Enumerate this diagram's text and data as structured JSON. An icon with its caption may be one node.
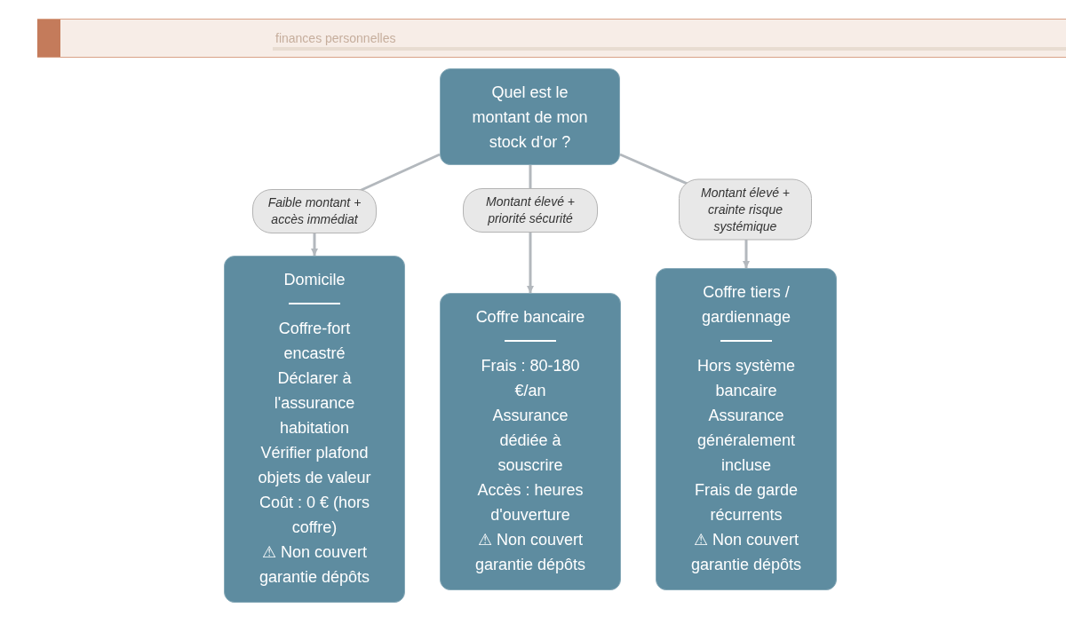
{
  "diagram": {
    "nodes": [
      {
        "text": [
          "Quel est le montant de mon stock d'or ?"
        ]
      },
      {
        "text": [
          "Domicile",
          "Coffre-fort encastré",
          "Déclarer à l'assurance habitation",
          "Vérifier plafond objets de valeur",
          "Coût : 0 € (hors coffre)",
          "⚠ Non couvert garantie dépôts"
        ]
      },
      {
        "text": [
          "Coffre bancaire",
          "Frais : 80-180 €/an",
          "Assurance dédiée à souscrire",
          "Accès : heures d'ouverture",
          "⚠ Non couvert garantie dépôts"
        ]
      },
      {
        "text": [
          "Coffre tiers / gardiennage",
          "Hors système bancaire",
          "Assurance généralement incluse",
          "Frais de garde récurrents",
          "⚠ Non couvert garantie dépôts"
        ]
      }
    ],
    "edges": [
      {
        "from": 0,
        "to": 1,
        "arrow": "to",
        "label": "Faible montant + accès immédiat"
      },
      {
        "from": 0,
        "to": 2,
        "arrow": "to",
        "label": "Montant élevé + priorité sécurité"
      },
      {
        "from": 0,
        "to": 3,
        "arrow": "to",
        "label": "Montant élevé + crainte risque systémique"
      }
    ],
    "labels": [
      "finances personnelles"
    ]
  }
}
